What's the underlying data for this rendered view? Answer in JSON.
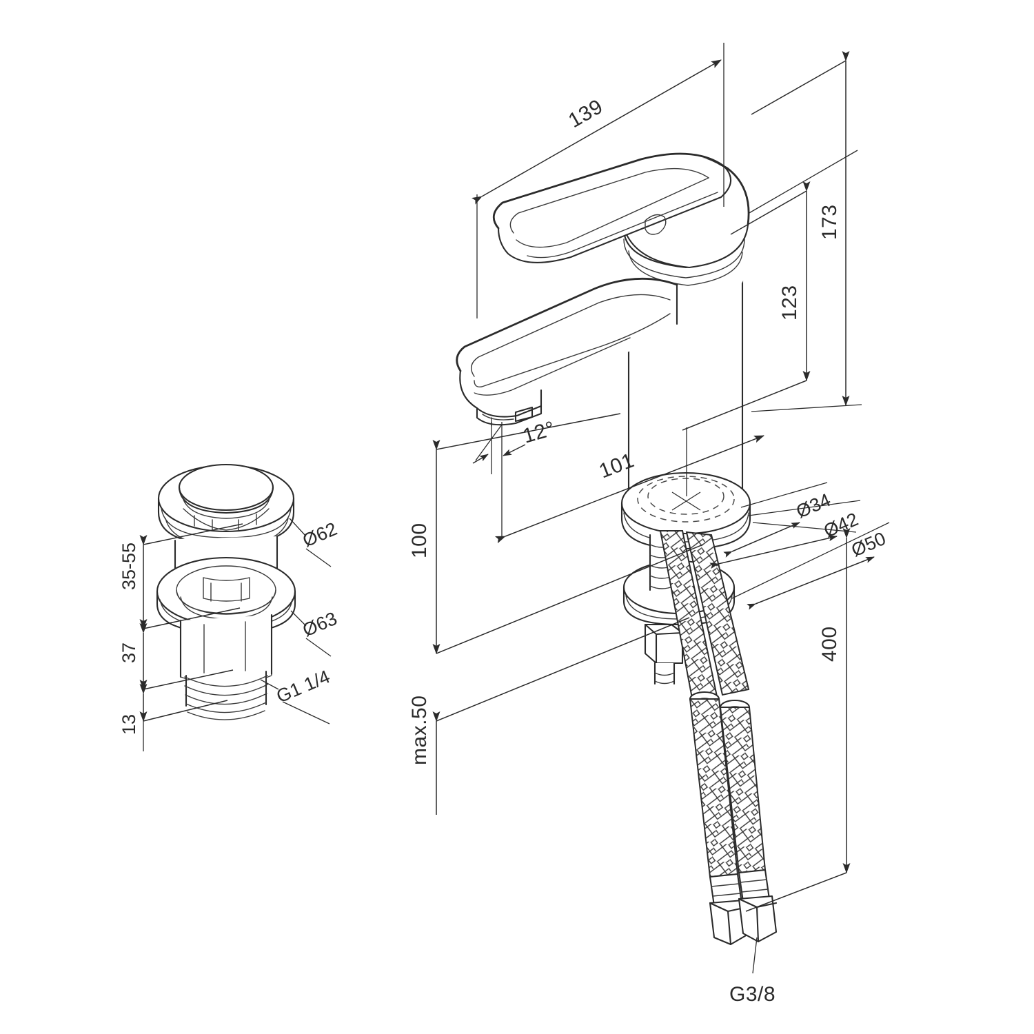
{
  "drawing": {
    "type": "technical-dimension-drawing",
    "subject": "single-lever basin mixer tap with pop-up waste drain and flexible supply hoses",
    "background_color": "#ffffff",
    "line_color": "#2b2b2b",
    "units": "mm"
  },
  "dimensions": {
    "spout_reach": "139",
    "total_height": "173",
    "spout_height": "123",
    "spout_outlet_offset": "101",
    "aerator_angle": "12°",
    "hose_length": "400",
    "counter_clearance": "100",
    "max_counter_thickness": "max.50",
    "shank_diameter": "Ø34",
    "washer_diameter": "Ø42",
    "base_diameter": "Ø50",
    "hose_thread": "G3/8"
  },
  "drain": {
    "cap_diameter": "Ø62",
    "flange_diameter": "Ø63",
    "adjust_range": "35-55",
    "body_length": "37",
    "thread_length": "13",
    "thread_size": "G1 1/4"
  }
}
